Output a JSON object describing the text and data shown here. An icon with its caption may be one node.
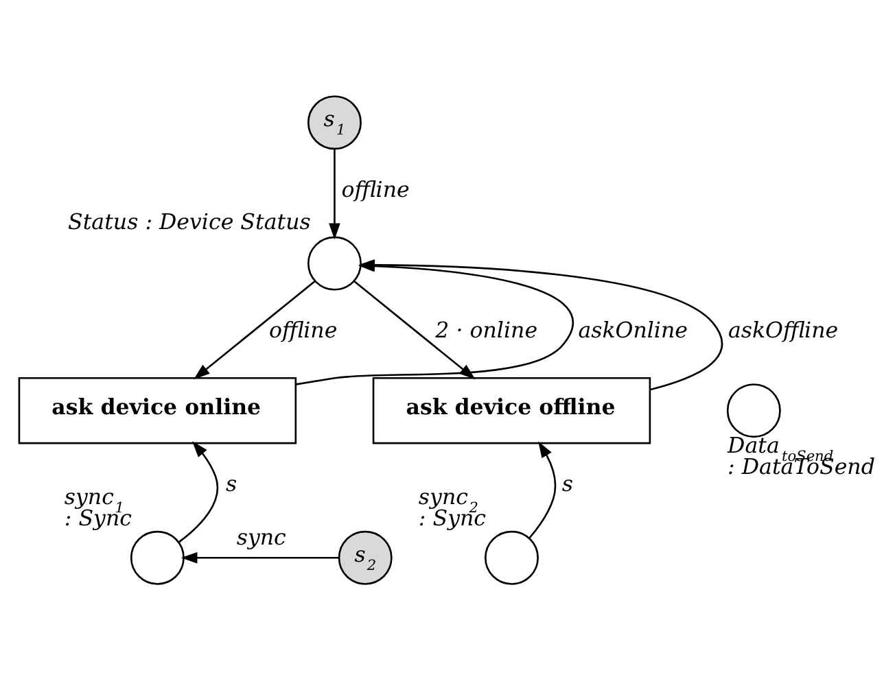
{
  "diagram": {
    "nodes": [
      {
        "text": [
          "s$_{1}$"
        ]
      },
      {
        "text": [],
        "shape": "circle",
        "beside": [
          "Status : Device Status"
        ]
      },
      {
        "text": [
          "ask device online"
        ]
      },
      {
        "text": [
          "ask device offline"
        ]
      },
      {
        "text": [],
        "shape": "circle",
        "beside": [
          "sync$_{1}$ : Sync"
        ]
      },
      {
        "text": [
          "s$_{2}$"
        ]
      },
      {
        "text": [],
        "shape": "circle",
        "beside": [
          "sync$_{2}$ : Sync"
        ]
      },
      {
        "text": [],
        "shape": "circle",
        "beside": [
          "Data$_{toSend}$ : DataToSend"
        ]
      }
    ],
    "edges": [
      {
        "from": 0,
        "to": 1,
        "arrow": "to",
        "label": "offline"
      },
      {
        "from": 1,
        "to": 2,
        "arrow": "to",
        "label": "offline"
      },
      {
        "from": 1,
        "to": 3,
        "arrow": "to",
        "label": "2 · online"
      },
      {
        "from": 2,
        "to": 1,
        "arrow": "to",
        "label": "askOnline"
      },
      {
        "from": 3,
        "to": 1,
        "arrow": "to",
        "label": "askOffline"
      },
      {
        "from": 4,
        "to": 2,
        "arrow": "to",
        "label": "s"
      },
      {
        "from": 6,
        "to": 3,
        "arrow": "to",
        "label": "s"
      },
      {
        "from": 5,
        "to": 4,
        "arrow": "to",
        "label": "sync"
      }
    ]
  }
}
